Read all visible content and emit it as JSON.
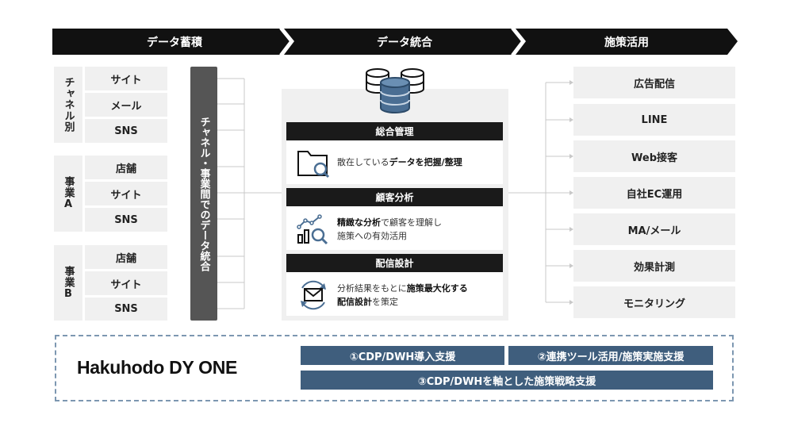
{
  "header": {
    "step1": "データ蓄積",
    "step2": "データ統合",
    "step3": "施策活用"
  },
  "groups": [
    {
      "label": "チャネル別",
      "items": [
        "サイト",
        "メール",
        "SNS"
      ]
    },
    {
      "label": "事業A",
      "items": [
        "店舗",
        "サイト",
        "SNS"
      ]
    },
    {
      "label": "事業B",
      "items": [
        "店舗",
        "サイト",
        "SNS"
      ]
    }
  ],
  "integration_bar": "チャネル・事業間でのデータ統合",
  "sections": [
    {
      "title": "総合管理",
      "line1_a": "散在している",
      "line1_b": "データを把握/整理",
      "line1_c": "",
      "line2_a": "",
      "line2_b": ""
    },
    {
      "title": "顧客分析",
      "line1_a": "精緻な分析",
      "line1_b": "で顧客を理解し",
      "line1_c": "",
      "line2_a": "施策への有効活用",
      "line2_b": ""
    },
    {
      "title": "配信設計",
      "line1_a": "分析結果をもとに",
      "line1_b": "施策最大化する",
      "line1_c": "",
      "line2_a": "配信設計",
      "line2_b": "を策定"
    }
  ],
  "outputs": [
    "広告配信",
    "LINE",
    "Web接客",
    "自社EC運用",
    "MA/メール",
    "効果計測",
    "モニタリング"
  ],
  "footer": {
    "logo": "Hakuhodo DY ONE",
    "support1": "①CDP/DWH導入支援",
    "support2": "②連携ツール活用/施策実施支援",
    "support3": "③CDP/DWHを軸とした施策戦略支援"
  },
  "icons": {
    "database": "database-icon",
    "folder": "folder-search-icon",
    "analytics": "chart-search-icon",
    "mail": "mail-cycle-icon"
  },
  "colors": {
    "header": "#111111",
    "box": "#f0f0f0",
    "integration_bar": "#555555",
    "pill": "#3f5e7d",
    "line": "#c8c8c8"
  }
}
